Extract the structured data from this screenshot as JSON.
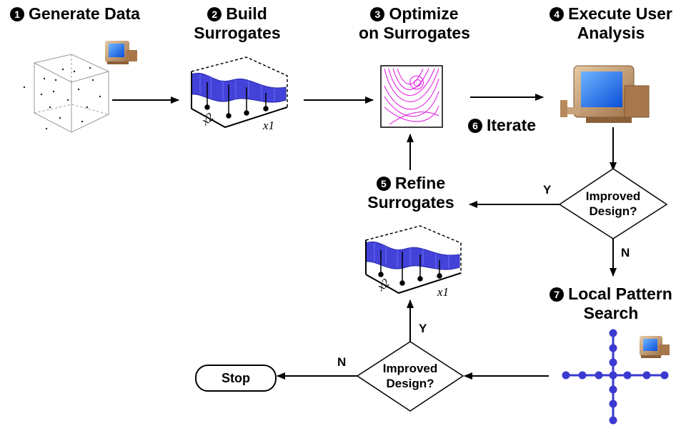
{
  "steps": {
    "s1": {
      "num": "1",
      "line1": "Generate Data"
    },
    "s2": {
      "num": "2",
      "line1": "Build",
      "line2": "Surrogates"
    },
    "s3": {
      "num": "3",
      "line1": "Optimize",
      "line2": "on Surrogates"
    },
    "s4": {
      "num": "4",
      "line1": "Execute User",
      "line2": "Analysis"
    },
    "s5": {
      "num": "5",
      "line1": "Refine",
      "line2": "Surrogates"
    },
    "s6": {
      "num": "6",
      "line1": "Iterate"
    },
    "s7": {
      "num": "7",
      "line1": "Local Pattern",
      "line2": "Search"
    }
  },
  "decisions": {
    "upper": {
      "line1": "Improved",
      "line2": "Design?"
    },
    "lower": {
      "line1": "Improved",
      "line2": "Design?"
    }
  },
  "branch_labels": {
    "upper_yes": "Y",
    "upper_no": "N",
    "lower_yes": "Y",
    "lower_no": "N"
  },
  "stop_label": "Stop",
  "surface_axis": {
    "x_label": "x1",
    "y_label": "x2"
  },
  "colors": {
    "surface": "#2f2fd6",
    "contour": "#e010e0",
    "pattern": "#3a3ad0",
    "monitor_screen": "#1e78ff",
    "monitor_case": "#c8a27a"
  }
}
